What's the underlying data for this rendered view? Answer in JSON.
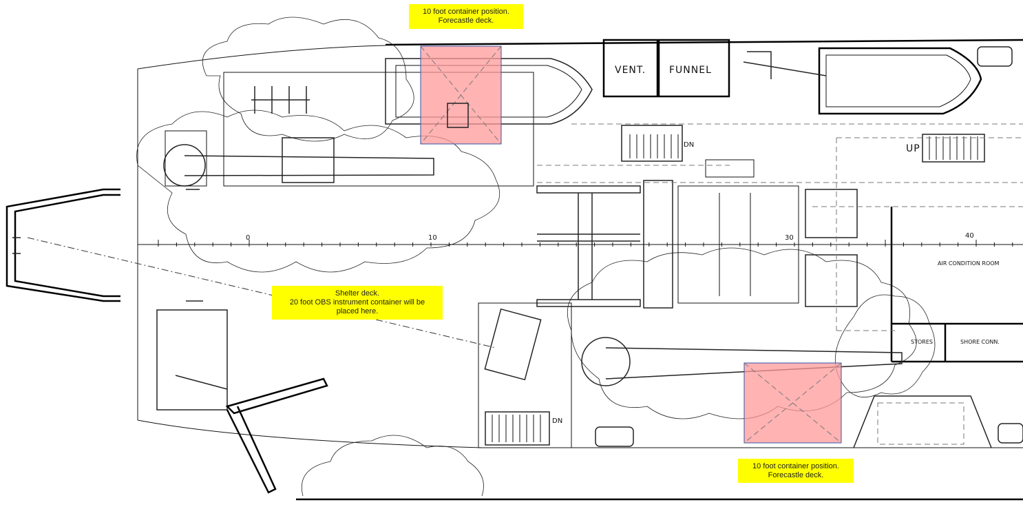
{
  "notes": {
    "top": {
      "line1": "10 foot container position.",
      "line2": "Forecastle deck."
    },
    "middle": {
      "line1": "Shelter deck.",
      "line2": "20 foot OBS instrument container will be",
      "line3": "placed here."
    },
    "bottom": {
      "line1": "10 foot container position.",
      "line2": "Forecastle deck."
    }
  },
  "rooms": {
    "vent": "VENT.",
    "funnel": "FUNNEL",
    "air_condition": "AIR CONDITION ROOM",
    "stores": "STORES",
    "shore_conn": "SHORE CONN."
  },
  "stairs": {
    "dn_upper": "DN",
    "dn_lower": "DN",
    "up": "UP"
  },
  "frame_scale": {
    "t0": "0",
    "t10": "10",
    "t30": "30",
    "t40": "40"
  },
  "colors": {
    "container": "#ff9999",
    "note": "#ffff00"
  }
}
